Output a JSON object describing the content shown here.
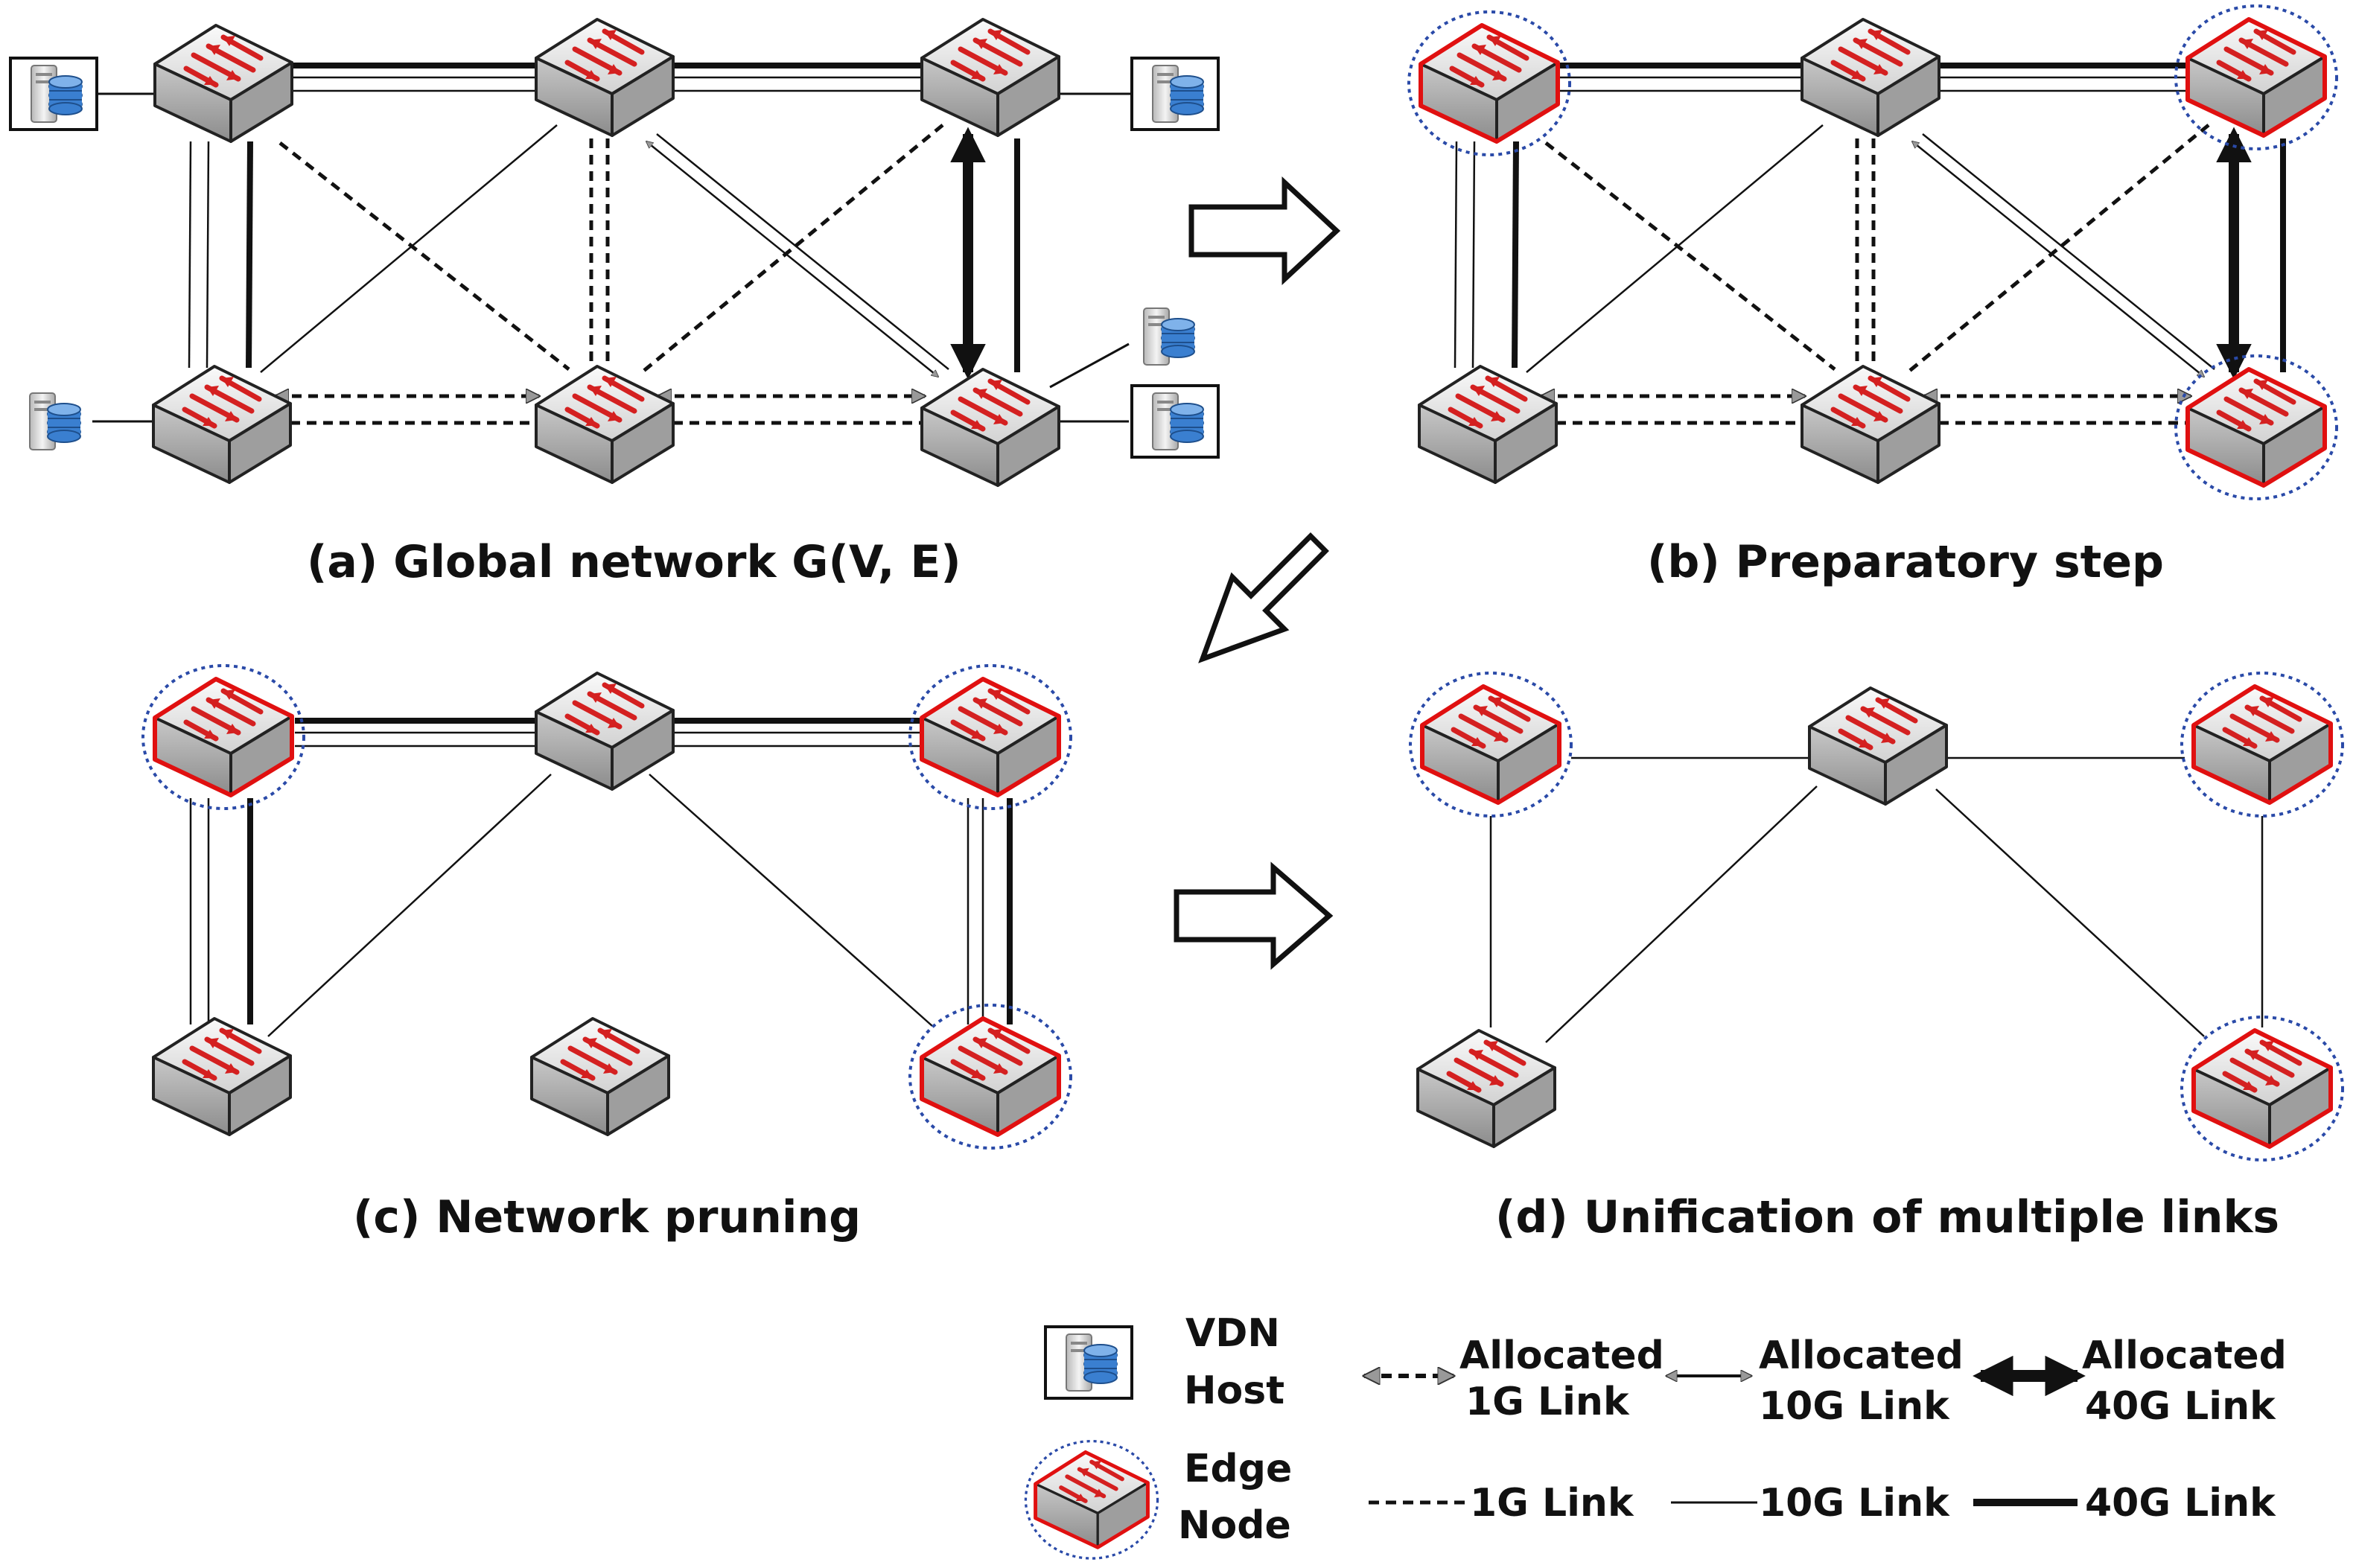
{
  "panels": {
    "a": {
      "caption": "(a) Global network G(V, E)"
    },
    "b": {
      "caption": "(b) Preparatory step"
    },
    "c": {
      "caption": "(c) Network pruning"
    },
    "d": {
      "caption": "(d)  Unification of multiple links"
    }
  },
  "legend": {
    "vdn_host": {
      "line1": "VDN",
      "line2": "Host"
    },
    "edge_node": {
      "line1": "Edge",
      "line2": "Node"
    },
    "allocated_1g": {
      "line1": "Allocated",
      "line2": "1G Link"
    },
    "allocated_10g": {
      "line1": "Allocated",
      "line2": "10G Link"
    },
    "allocated_40g": {
      "line1": "Allocated",
      "line2": "40G Link"
    },
    "link_1g": "1G Link",
    "link_10g": "10G Link",
    "link_40g": "40G Link"
  },
  "colors": {
    "switch_arrow": "#d42020",
    "edge_border": "#e01010",
    "edge_ring": "#2a4aa8",
    "host_disk": "#3a7fd0",
    "line": "#111111",
    "allocated_arrowhead": "#999999"
  }
}
